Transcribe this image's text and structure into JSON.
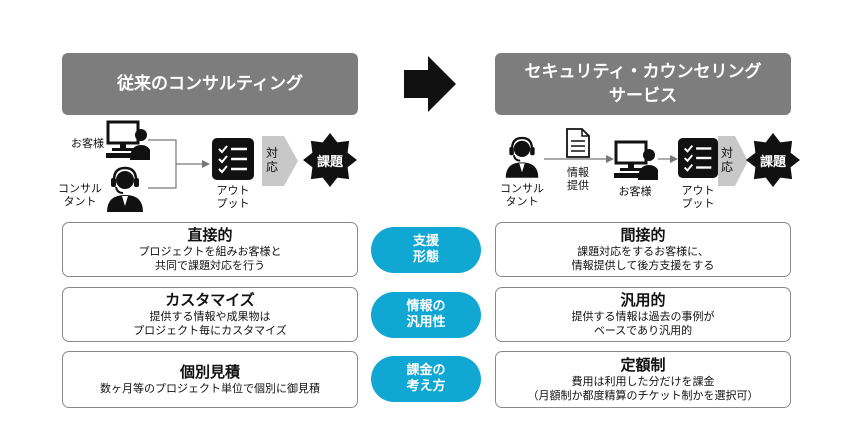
{
  "left": {
    "header": "従来のコンサルティング",
    "customer": "お客様",
    "consultant": [
      "コンサル",
      "タント"
    ],
    "output": [
      "アウト",
      "プット"
    ],
    "response": [
      "対",
      "応"
    ],
    "issue": "課題"
  },
  "right": {
    "header_lines": [
      "セキュリティ・カウンセリング",
      "サービス"
    ],
    "consultant": [
      "コンサル",
      "タント"
    ],
    "info_provide": [
      "情報",
      "提供"
    ],
    "customer": "お客様",
    "output": [
      "アウト",
      "プット"
    ],
    "response": [
      "対",
      "応"
    ],
    "issue": "課題"
  },
  "rows": [
    {
      "label": [
        "支援",
        "形態"
      ],
      "left": {
        "title": "直接的",
        "desc": [
          "プロジェクトを組みお客様と",
          "共同で課題対応を行う"
        ]
      },
      "right": {
        "title": "間接的",
        "desc": [
          "課題対応をするお客様に、",
          "情報提供して後方支援をする"
        ]
      }
    },
    {
      "label": [
        "情報の",
        "汎用性"
      ],
      "left": {
        "title": "カスタマイズ",
        "desc": [
          "提供する情報や成果物は",
          "プロジェクト毎にカスタマイズ"
        ]
      },
      "right": {
        "title": "汎用的",
        "desc": [
          "提供する情報は過去の事例が",
          "ベースであり汎用的"
        ]
      }
    },
    {
      "label": [
        "課金の",
        "考え方"
      ],
      "left": {
        "title": "個別見積",
        "desc": [
          "数ヶ月等のプロジェクト単位で個別に御見積"
        ]
      },
      "right": {
        "title": "定額制",
        "desc": [
          "費用は利用した分だけを課金",
          "（月額制か都度精算のチケット制かを選択可）"
        ]
      }
    }
  ],
  "colors": {
    "header_bg": "#7d7d7d",
    "pill": "#10a7d2",
    "chevron": "#c8c8c8",
    "dark": "#111111"
  }
}
